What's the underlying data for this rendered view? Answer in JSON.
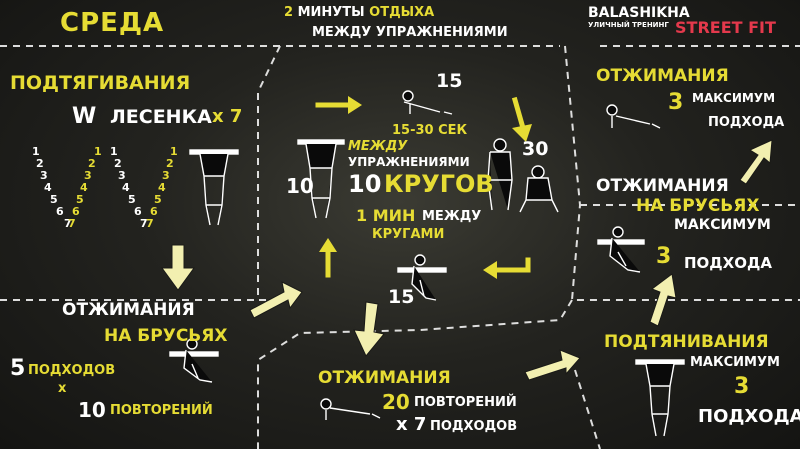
{
  "header": {
    "day": "СРЕДА",
    "rest_num": "2",
    "rest_minutes": "МИНУТЫ",
    "rest_label": "ОТДЫХА",
    "rest_sub": "МЕЖДУ УПРАЖНЕНИЯМИ",
    "brand_city": "BALASHIKHA",
    "brand_sub": "УЛИЧНЫЙ ТРЕНИНГ",
    "brand_name": "STREET FIT"
  },
  "pullups_ladder": {
    "title": "ПОДТЯГИВАНИЯ",
    "w_letter": "W",
    "ladder_word": "ЛЕСЕНКА",
    "times": "х 7",
    "ladder_numbers": [
      "1",
      "2",
      "3",
      "4",
      "5",
      "6",
      "7"
    ]
  },
  "dips_left": {
    "line1": "ОТЖИМАНИЯ",
    "line2": "НА БРУСЬЯХ",
    "sets_num": "5",
    "sets_label": "ПОДХОДОВ",
    "x": "х",
    "reps_num": "10",
    "reps_label": "ПОВТОРЕНИЙ"
  },
  "circuit": {
    "top_reps": "15",
    "rest_range": "15-30 СЕК",
    "between_word": "МЕЖДУ",
    "between_ex": "УПРАЖНЕНИЯМИ",
    "left_reps": "10",
    "rounds_num": "10",
    "rounds_word": "КРУГОВ",
    "right_reps": "30",
    "min_rest": "1 МИН",
    "min_between": "МЕЖДУ",
    "min_rounds": "КРУГАМИ",
    "bottom_reps": "15"
  },
  "pushups_bottom": {
    "title": "ОТЖИМАНИЯ",
    "reps_num": "20",
    "reps_label": "ПОВТОРЕНИЙ",
    "sets": "х 7",
    "sets_label": "ПОДХОДОВ"
  },
  "pushups_max": {
    "title": "ОТЖИМАНИЯ",
    "max_word": "МАКСИМУМ",
    "sets_num": "3",
    "sets_word": "ПОДХОДА"
  },
  "dips_max": {
    "line1": "ОТЖИМАНИЯ",
    "line2": "НА БРУСЬЯХ",
    "max_word": "МАКСИМУМ",
    "sets_num": "3",
    "sets_word": "ПОДХОДА"
  },
  "pullups_max": {
    "title": "ПОДТЯНИВАНИЯ",
    "max_word": "МАКСИМУМ",
    "sets_num": "3",
    "sets_word": "ПОДХОДА"
  },
  "colors": {
    "accent": "#e6dc34",
    "brand": "#e4394c",
    "text": "#ffffff"
  }
}
